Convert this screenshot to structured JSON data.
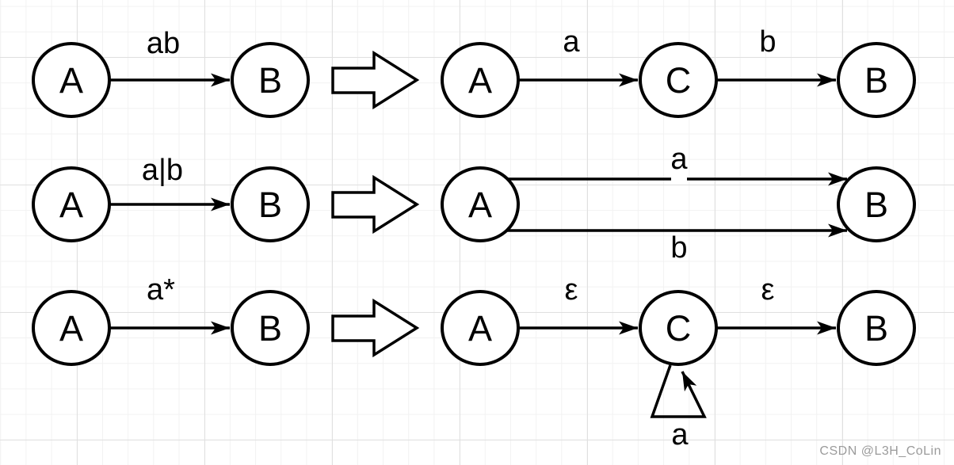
{
  "colors": {
    "ink": "#000000",
    "node_fill": "#ffffff",
    "grid_minor": "#f2f2f2",
    "grid_major": "#e0e0e0",
    "watermark": "#9b9b9b"
  },
  "watermark": {
    "text": "CSDN @L3H_CoLin"
  },
  "rows": [
    {
      "rule": "concatenation",
      "before": {
        "nodes": [
          "A",
          "B"
        ],
        "edge_label": "ab"
      },
      "after": {
        "nodes": [
          "A",
          "C",
          "B"
        ],
        "edge_labels": [
          "a",
          "b"
        ]
      }
    },
    {
      "rule": "alternation",
      "before": {
        "nodes": [
          "A",
          "B"
        ],
        "edge_label": "a|b"
      },
      "after": {
        "nodes": [
          "A",
          "B"
        ],
        "edge_labels": [
          "a",
          "b"
        ]
      }
    },
    {
      "rule": "kleene-star",
      "before": {
        "nodes": [
          "A",
          "B"
        ],
        "edge_label": "a*"
      },
      "after": {
        "nodes": [
          "A",
          "C",
          "B"
        ],
        "edge_labels": [
          "ε",
          "ε"
        ],
        "loop_label": "a"
      }
    }
  ]
}
